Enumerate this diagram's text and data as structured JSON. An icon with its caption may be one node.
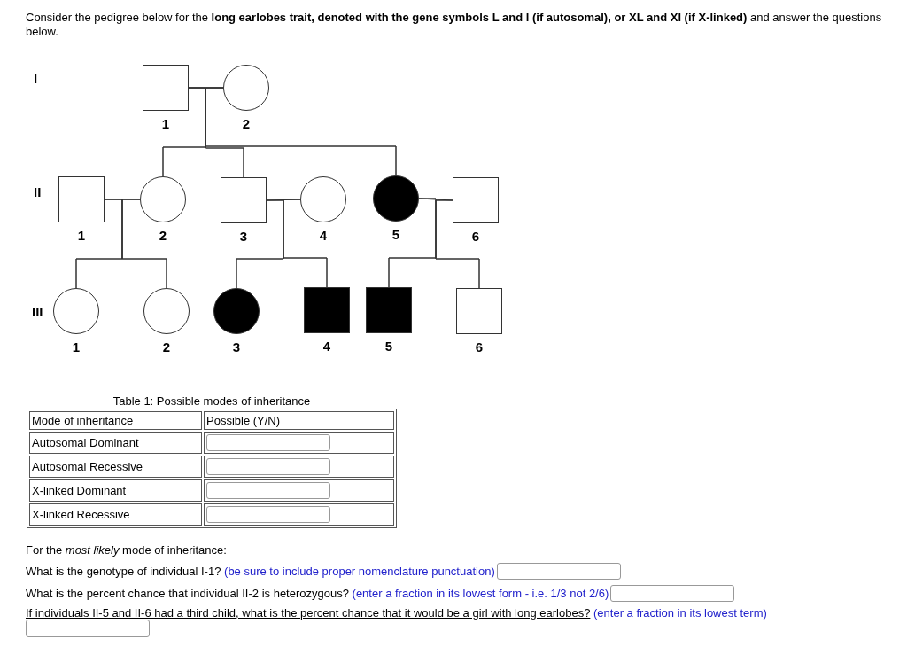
{
  "diagram": {
    "title": "Consider the pedigree below for the **long earlobes trait, denoted with the gene symbols L and l (if autosomal), or XL and Xl (if X-linked)** and answer the questions below.",
    "nodes": [
      {
        "text": [],
        "shape": "box",
        "beside": [
          "1"
        ]
      },
      {
        "text": [],
        "shape": "circle",
        "beside": [
          "2"
        ]
      },
      {
        "text": [],
        "shape": "box",
        "beside": [
          "1"
        ]
      },
      {
        "text": [],
        "shape": "circle",
        "beside": [
          "2"
        ]
      },
      {
        "text": [],
        "shape": "box",
        "beside": [
          "3"
        ]
      },
      {
        "text": [],
        "shape": "circle",
        "beside": [
          "4"
        ]
      },
      {
        "text": [],
        "shape": "circle",
        "beside": [
          "5"
        ]
      },
      {
        "text": [],
        "shape": "box",
        "beside": [
          "6"
        ]
      },
      {
        "text": [],
        "shape": "circle",
        "beside": [
          "1"
        ]
      },
      {
        "text": [],
        "shape": "circle",
        "beside": [
          "2"
        ]
      },
      {
        "text": [],
        "shape": "circle",
        "beside": [
          "3"
        ]
      },
      {
        "text": [],
        "shape": "box",
        "beside": [
          "4"
        ]
      },
      {
        "text": [],
        "shape": "box",
        "beside": [
          "5"
        ]
      },
      {
        "text": [],
        "shape": "box",
        "beside": [
          "6"
        ]
      }
    ],
    "edges": [
      {
        "from": 0,
        "to": 1,
        "arrow": "none"
      },
      {
        "from": 0,
        "to": 3,
        "arrow": "none"
      },
      {
        "from": 1,
        "to": 3,
        "arrow": "none"
      },
      {
        "from": 0,
        "to": 4,
        "arrow": "none"
      },
      {
        "from": 1,
        "to": 4,
        "arrow": "none"
      },
      {
        "from": 0,
        "to": 6,
        "arrow": "none"
      },
      {
        "from": 1,
        "to": 6,
        "arrow": "none"
      },
      {
        "from": 2,
        "to": 3,
        "arrow": "none"
      },
      {
        "from": 4,
        "to": 5,
        "arrow": "none"
      },
      {
        "from": 6,
        "to": 7,
        "arrow": "none"
      },
      {
        "from": 2,
        "to": 8,
        "arrow": "none"
      },
      {
        "from": 3,
        "to": 8,
        "arrow": "none"
      },
      {
        "from": 2,
        "to": 9,
        "arrow": "none"
      },
      {
        "from": 3,
        "to": 9,
        "arrow": "none"
      },
      {
        "from": 4,
        "to": 10,
        "arrow": "none"
      },
      {
        "from": 5,
        "to": 10,
        "arrow": "none"
      },
      {
        "from": 4,
        "to": 11,
        "arrow": "none"
      },
      {
        "from": 5,
        "to": 11,
        "arrow": "none"
      },
      {
        "from": 6,
        "to": 12,
        "arrow": "none"
      },
      {
        "from": 7,
        "to": 12,
        "arrow": "none"
      },
      {
        "from": 6,
        "to": 13,
        "arrow": "none"
      },
      {
        "from": 7,
        "to": 13,
        "arrow": "none"
      }
    ],
    "labels": [
      "I",
      "II",
      "III",
      "Table 1: Possible modes of inheritance",
      "Mode of inheritance",
      "Possible (Y/N)",
      "Autosomal Dominant",
      "Autosomal Recessive",
      "X-linked Dominant",
      "X-linked Recessive",
      "For the *most likely* mode of inheritance:",
      "What is the genotype of individual I-1?",
      "(be sure to include proper nomenclature punctuation)",
      "What is the percent chance that individual II-2 is heterozygous?",
      "(enter a fraction in its lowest form - i.e. 1/3 not 2/6)",
      "If individuals II-5 and II-6 had a third child, what is the percent chance that it would be a girl with long earlobes?",
      "(enter a fraction in its lowest term)"
    ]
  }
}
